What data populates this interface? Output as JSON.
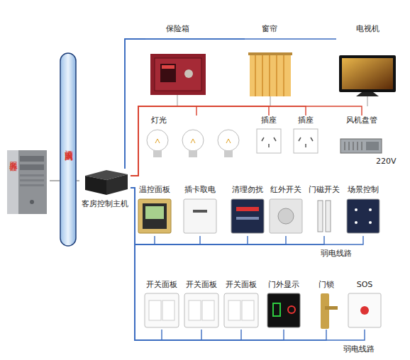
{
  "diagram": {
    "nodes": [
      {
        "text": [
          "保险箱"
        ]
      },
      {
        "text": [
          "窗帘"
        ]
      },
      {
        "text": [
          "电视机"
        ]
      },
      {
        "text": [
          "灯光"
        ]
      },
      {
        "text": [
          "插座"
        ]
      },
      {
        "text": [
          "插座"
        ]
      },
      {
        "text": [
          "风机盘管"
        ]
      },
      {
        "text": [
          "服务器"
        ]
      },
      {
        "text": [
          "酒店以太网"
        ]
      },
      {
        "text": [
          "客房控制主机"
        ]
      },
      {
        "text": [
          "温控面板"
        ]
      },
      {
        "text": [
          "插卡取电"
        ]
      },
      {
        "text": [
          "清理勿扰"
        ]
      },
      {
        "text": [
          "红外开关"
        ]
      },
      {
        "text": [
          "门磁开关"
        ]
      },
      {
        "text": [
          "场景控制"
        ]
      },
      {
        "text": [
          "开关面板"
        ]
      },
      {
        "text": [
          "开关面板"
        ]
      },
      {
        "text": [
          "开关面板"
        ]
      },
      {
        "text": [
          "门外显示"
        ]
      },
      {
        "text": [
          "门锁"
        ]
      },
      {
        "text": [
          "SOS"
        ]
      }
    ],
    "edges": [
      {
        "from": 7,
        "to": 8,
        "arrow": "none"
      },
      {
        "from": 8,
        "to": 9,
        "arrow": "none"
      },
      {
        "from": 9,
        "to": 0,
        "arrow": "none"
      },
      {
        "from": 9,
        "to": 1,
        "arrow": "none"
      },
      {
        "from": 9,
        "to": 2,
        "arrow": "none"
      },
      {
        "from": 9,
        "to": 3,
        "arrow": "none"
      },
      {
        "from": 9,
        "to": 4,
        "arrow": "none"
      },
      {
        "from": 9,
        "to": 5,
        "arrow": "none"
      },
      {
        "from": 9,
        "to": 6,
        "arrow": "none"
      },
      {
        "from": 9,
        "to": 10,
        "arrow": "none"
      },
      {
        "from": 9,
        "to": 11,
        "arrow": "none"
      },
      {
        "from": 9,
        "to": 12,
        "arrow": "none"
      },
      {
        "from": 9,
        "to": 13,
        "arrow": "none"
      },
      {
        "from": 9,
        "to": 14,
        "arrow": "none"
      },
      {
        "from": 9,
        "to": 15,
        "arrow": "none"
      },
      {
        "from": 9,
        "to": 16,
        "arrow": "none"
      },
      {
        "from": 9,
        "to": 17,
        "arrow": "none"
      },
      {
        "from": 9,
        "to": 18,
        "arrow": "none"
      },
      {
        "from": 9,
        "to": 19,
        "arrow": "none"
      },
      {
        "from": 9,
        "to": 20,
        "arrow": "none"
      },
      {
        "from": 9,
        "to": 21,
        "arrow": "none"
      }
    ],
    "labels": [
      "220V",
      "弱电线路",
      "弱电线路"
    ]
  }
}
